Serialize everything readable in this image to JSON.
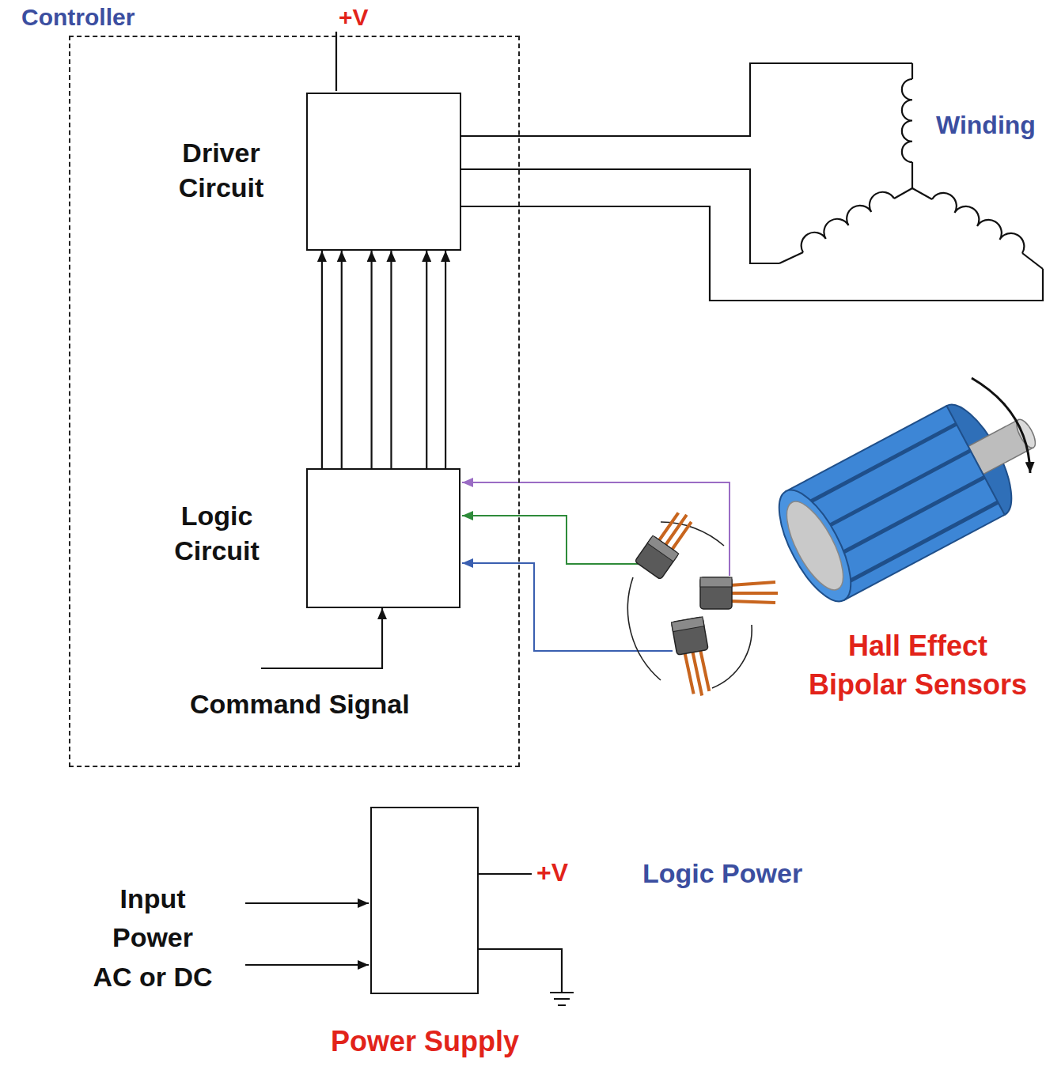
{
  "diagram": {
    "nodes": [
      {
        "text": [
          "Controller"
        ]
      },
      {
        "text": [
          "Driver Circuit"
        ],
        "in": 0
      },
      {
        "text": [
          "Logic Circuit"
        ],
        "in": 0
      },
      {
        "text": [
          "Power Supply"
        ]
      }
    ],
    "edges": [
      {
        "from": 2,
        "to": 1,
        "arrow": "to"
      }
    ],
    "labels": [
      "+V",
      "Winding",
      "Command Signal",
      "Hall Effect Bipolar Sensors",
      "+V",
      "Logic Power",
      "Input Power AC or DC"
    ]
  }
}
